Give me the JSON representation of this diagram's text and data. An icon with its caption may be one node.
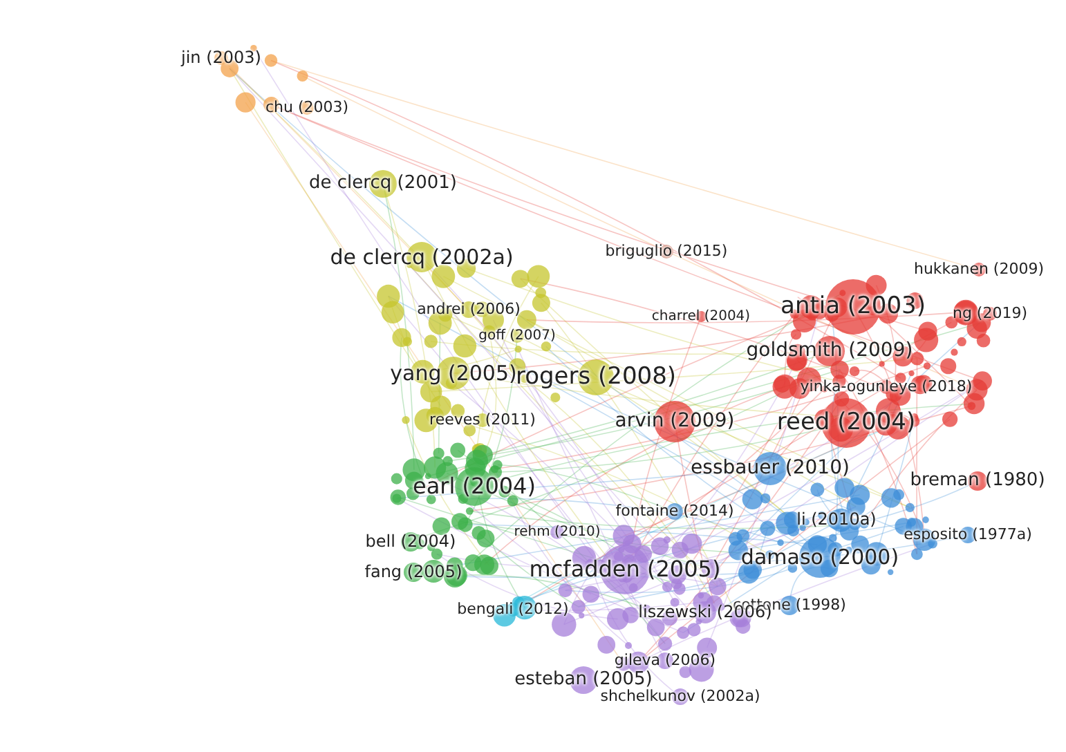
{
  "diagram": {
    "nodes": [
      {
        "text": [
          "jin (2003)"
        ]
      },
      {
        "text": [
          "chu (2003)"
        ]
      },
      {
        "text": [
          "de clercq (2001)"
        ]
      },
      {
        "text": [
          "briguglio (2015)"
        ]
      },
      {
        "text": [
          "de clercq (2002a)"
        ]
      },
      {
        "text": [
          "hukkanen (2009)"
        ]
      },
      {
        "text": [
          "antia (2003)"
        ]
      },
      {
        "text": [
          "andrei (2006)"
        ]
      },
      {
        "text": [
          "charrel (2004)"
        ]
      },
      {
        "text": [
          "ng (2019)"
        ]
      },
      {
        "text": [
          "goff (2007)"
        ]
      },
      {
        "text": [
          "goldsmith (2009)"
        ]
      },
      {
        "text": [
          "yang (2005)"
        ]
      },
      {
        "text": [
          "rogers (2008)"
        ]
      },
      {
        "text": [
          "yinka-ogunleye (2018)"
        ]
      },
      {
        "text": [
          "reeves (2011)"
        ]
      },
      {
        "text": [
          "arvin (2009)"
        ]
      },
      {
        "text": [
          "reed (2004)"
        ]
      },
      {
        "text": [
          "essbauer (2010)"
        ]
      },
      {
        "text": [
          "breman (1980)"
        ]
      },
      {
        "text": [
          "earl (2004)"
        ]
      },
      {
        "text": [
          "fontaine (2014)"
        ]
      },
      {
        "text": [
          "li (2010a)"
        ]
      },
      {
        "text": [
          "rehm (2010)"
        ]
      },
      {
        "text": [
          "esposito (1977a)"
        ]
      },
      {
        "text": [
          "bell (2004)"
        ]
      },
      {
        "text": [
          "damaso (2000)"
        ]
      },
      {
        "text": [
          "fang (2005)"
        ]
      },
      {
        "text": [
          "mcfadden (2005)"
        ]
      },
      {
        "text": [
          "cottone (1998)"
        ]
      },
      {
        "text": [
          "bengali (2012)"
        ]
      },
      {
        "text": [
          "liszewski (2006)"
        ]
      },
      {
        "text": [
          "gileva (2006)"
        ]
      },
      {
        "text": [
          "esteban (2005)"
        ]
      },
      {
        "text": [
          "shchelkunov (2002a)"
        ]
      }
    ]
  }
}
